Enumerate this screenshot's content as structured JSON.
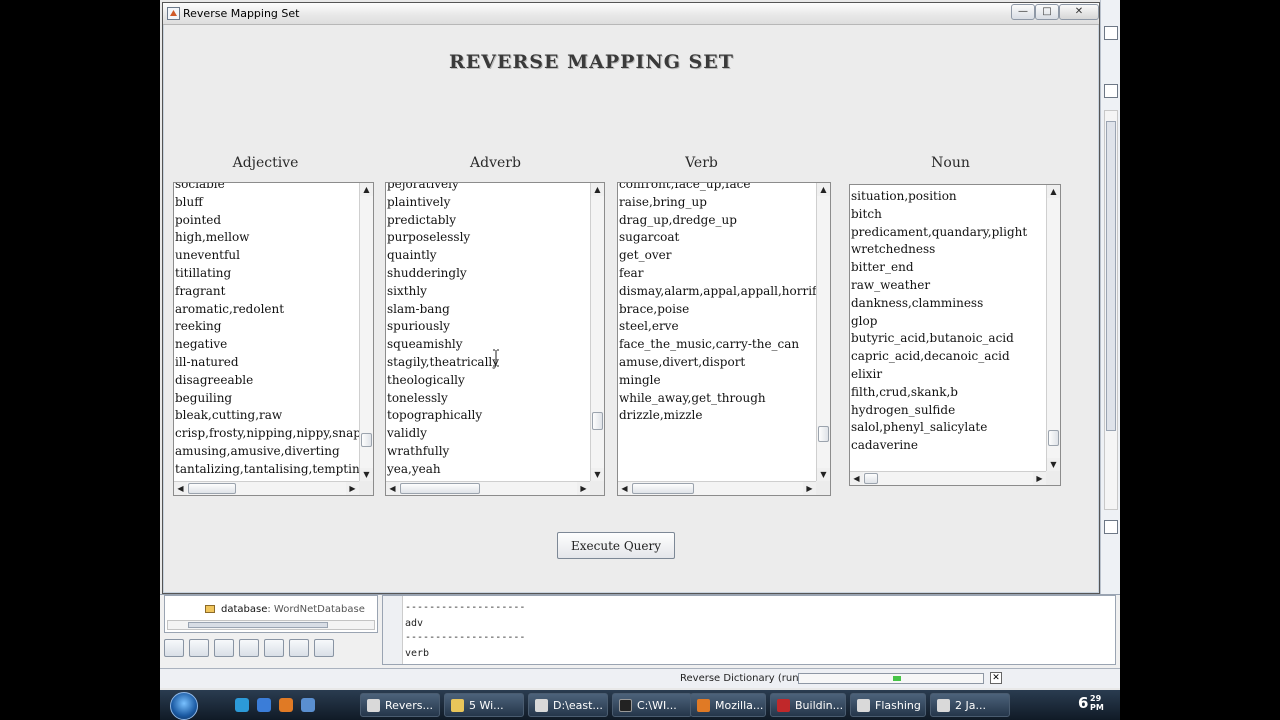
{
  "window": {
    "title": "Reverse Mapping Set",
    "heading": "REVERSE MAPPING SET",
    "controls": {
      "minimize": "—",
      "maximize": "□",
      "close": "✕"
    }
  },
  "columns": {
    "adjective": {
      "label": "Adjective",
      "items": [
        "sociable",
        "bluff",
        "pointed",
        "high,mellow",
        "uneventful",
        "titillating",
        "fragrant",
        "aromatic,redolent",
        "reeking",
        "negative",
        "ill-natured",
        "disagreeable",
        "beguiling",
        "bleak,cutting,raw",
        "crisp,frosty,nipping,nippy,snapp",
        "amusing,amusive,diverting",
        "tantalizing,tantalising,tempting"
      ],
      "scroll_position": 0.92
    },
    "adverb": {
      "label": "Adverb",
      "items": [
        "pejoratively",
        "plaintively",
        "predictably",
        "purposelessly",
        "quaintly",
        "shudderingly",
        "sixthly",
        "slam-bang",
        "spuriously",
        "squeamishly",
        "stagily,theatrically",
        "theologically",
        "tonelessly",
        "topographically",
        "validly",
        "wrathfully",
        "yea,yeah"
      ],
      "scroll_position": 0.85
    },
    "verb": {
      "label": "Verb",
      "items": [
        "confront,face_up,face",
        "raise,bring_up",
        "drag_up,dredge_up",
        "sugarcoat",
        "get_over",
        "fear",
        "dismay,alarm,appal,appall,horrify",
        "brace,poise",
        "steel,erve",
        "face_the_music,carry-the_can",
        "amuse,divert,disport",
        "mingle",
        "while_away,get_through",
        "drizzle,mizzle"
      ],
      "scroll_position": 0.9
    },
    "noun": {
      "label": "Noun",
      "items": [
        "situation,position",
        "bitch",
        "predicament,quandary,plight",
        "wretchedness",
        "bitter_end",
        "raw_weather",
        "dankness,clamminess",
        "glop",
        "butyric_acid,butanoic_acid",
        "capric_acid,decanoic_acid",
        "elixir",
        "filth,crud,skank,b",
        "hydrogen_sulfide",
        "salol,phenyl_salicylate",
        "cadaverine"
      ],
      "scroll_position": 0.95
    }
  },
  "execute_button": "Execute Query",
  "ide": {
    "tree_node": "database",
    "tree_node_sub": ": WordNetDatabase",
    "output_lines": [
      "--------------------",
      "adv",
      "--------------------",
      "verb"
    ]
  },
  "statusbar": {
    "text": "Reverse Dictionary (run)",
    "progress": 0.52
  },
  "taskbar": {
    "tasks": [
      "Revers...",
      "5 Wi...",
      "D:\\east...",
      "C:\\WI...",
      "Mozilla...",
      "Buildin...",
      "Flashing",
      "2 Ja..."
    ],
    "time": "6",
    "time_small": "29 PM"
  },
  "colors": {
    "window_bg": "#ececec",
    "list_bg": "#ffffff",
    "taskbar": "#1b2a3a"
  }
}
